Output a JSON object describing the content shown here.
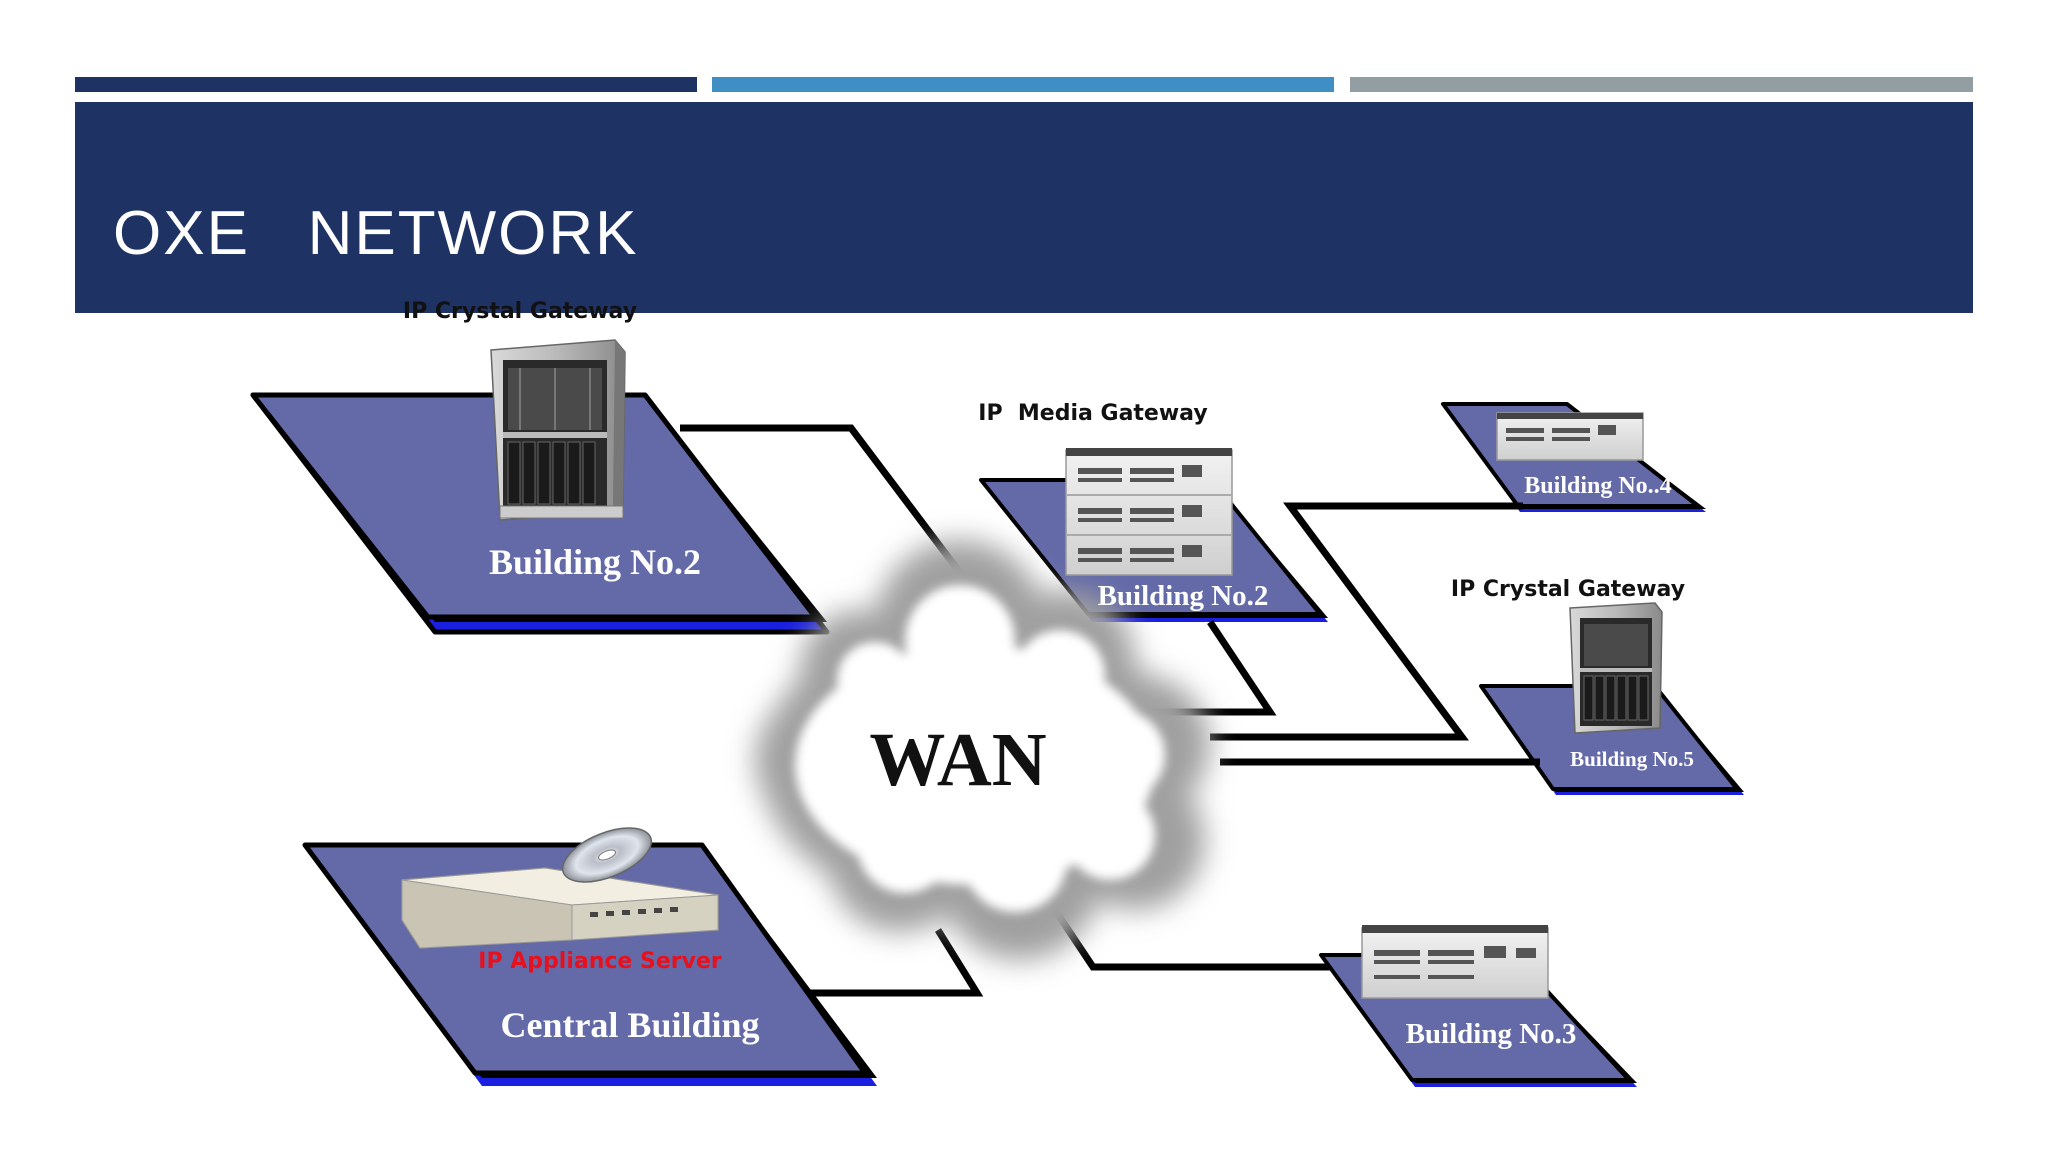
{
  "slide": {
    "title": "OXE   NETWORK",
    "accent_colors": {
      "bar1": "#1e3263",
      "bar2": "#3f8fc5",
      "bar3": "#939ea3",
      "band": "#1e3263"
    }
  },
  "diagram": {
    "cloud_label": "WAN",
    "platform_color": "#646aa8",
    "link_color": "#000000",
    "nodes": {
      "b2_left": {
        "building": "Building No.2",
        "device": "IP Crystal Gateway",
        "device_icon": "rack-icon"
      },
      "b2_right": {
        "building": "Building No.2",
        "device": "IP  Media Gateway",
        "device_icon": "media-gateway-icon"
      },
      "b4": {
        "building": "Building No..4",
        "device_icon": "media-gateway-icon"
      },
      "b5": {
        "building": "Building No.5",
        "device": "IP Crystal Gateway",
        "device_icon": "rack-icon"
      },
      "central": {
        "building": "Central Building",
        "device": "IP Appliance Server",
        "device_icon": "server-icon",
        "device_color": "#e8101c"
      },
      "b3": {
        "building": "Building No.3",
        "device_icon": "media-gateway-icon"
      }
    }
  }
}
